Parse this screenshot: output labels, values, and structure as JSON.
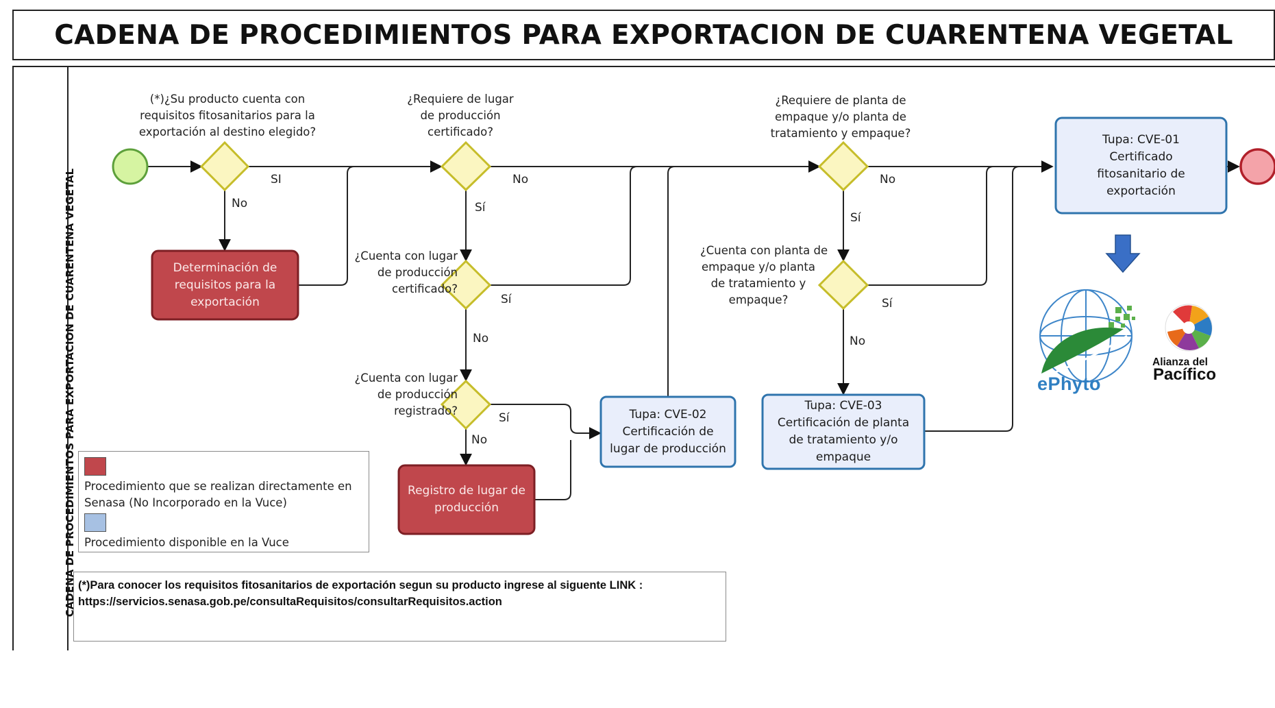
{
  "title": "CADENA DE PROCEDIMIENTOS PARA EXPORTACION DE CUARENTENA VEGETAL",
  "pool_label": "CADENA DE PROCEDIMIENTOS PARA EXPORTACION DE CUARENTENA VEGETAL",
  "colors": {
    "red_task": "#c0474c",
    "blue_task": "#e9eefb",
    "blue_border": "#2f74ad",
    "gateway": "#fbf6c1",
    "gateway_border": "#c6bd2a",
    "start": "#d6f4a2",
    "end": "#f4a3a9"
  },
  "gateways": {
    "g1": [
      "(*)¿Su producto cuenta con",
      "requisitos fitosanitarios para la",
      "exportación al destino elegido?"
    ],
    "g2": [
      "¿Requiere de lugar",
      "de producción",
      "certificado?"
    ],
    "g3": [
      "¿Cuenta con lugar",
      "de producción",
      "certificado?"
    ],
    "g4": [
      "¿Cuenta con lugar",
      "de producción",
      "registrado?"
    ],
    "g5": [
      "¿Requiere de planta de",
      "empaque y/o planta de",
      "tratamiento y empaque?"
    ],
    "g6": [
      "¿Cuenta con planta de",
      "empaque y/o planta",
      "de tratamiento y",
      "empaque?"
    ]
  },
  "tasks": {
    "det": "Determinación de\nrequisitos para la\nexportación",
    "reg": "Registro de lugar de\nproducción",
    "cve02": "Tupa: CVE-02\nCertificación de\nlugar de producción",
    "cve03": "Tupa: CVE-03\nCertificación de planta\nde tratamiento y/o\nempaque",
    "cve01": "Tupa: CVE-01\nCertificado\nfitosanitario de\nexportación"
  },
  "labels": {
    "g1_si": "SI",
    "g1_no": "No",
    "g2_no": "No",
    "g2_si": "Sí",
    "g3_si": "Sí",
    "g3_no": "No",
    "g4_si": "Sí",
    "g4_no": "No",
    "g5_no": "No",
    "g5_si": "Sí",
    "g6_si": "Sí",
    "g6_no": "No"
  },
  "legend": {
    "red_line1": "Procedimiento que se realizan directamente en",
    "red_line2": "Senasa (No Incorporado en la Vuce)",
    "blue": "Procedimiento disponible en la Vuce"
  },
  "note": {
    "line1": "(*)Para conocer los requisitos fitosanitarios de exportación segun su producto ingrese al siguente LINK :",
    "line2": "https://servicios.senasa.gob.pe/consultaRequisitos/consultarRequisitos.action"
  },
  "logos": {
    "ephyto": "ePhyto",
    "alianza_1": "Alianza del",
    "alianza_2": "Pacífico"
  }
}
